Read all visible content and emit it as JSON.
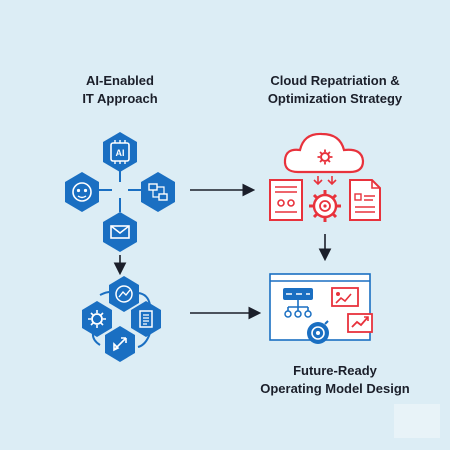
{
  "sections": {
    "ai": {
      "line1": "AI-Enabled",
      "line2": "IT Approach"
    },
    "cloud": {
      "line1": "Cloud Repatriation &",
      "line2": "Optimization Strategy"
    },
    "future": {
      "line1": "Future-Ready",
      "line2": "Operating Model Design"
    }
  },
  "icons": {
    "ai_chip_text": "AI"
  },
  "colors": {
    "background": "#dcedf5",
    "blue": "#1a6fc2",
    "red": "#e8323c",
    "dark": "#1b1f2a"
  }
}
